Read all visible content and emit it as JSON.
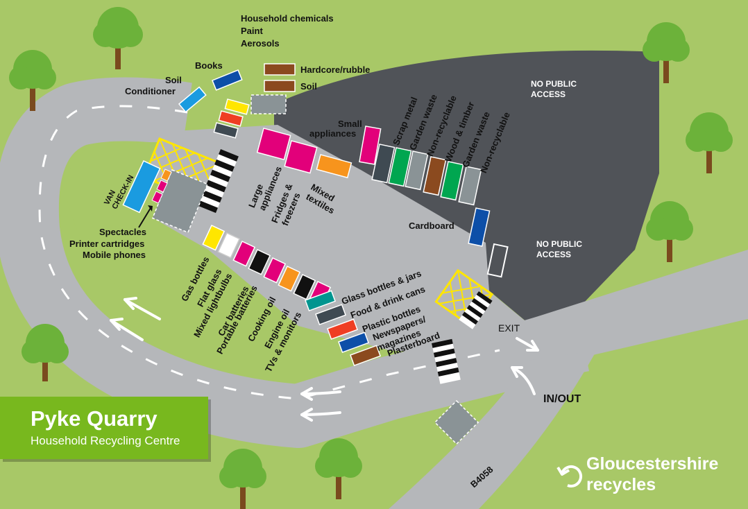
{
  "title": {
    "name": "Pyke Quarry",
    "subtitle": "Household Recycling Centre"
  },
  "brand": {
    "line1": "Gloucestershire",
    "line2": "recycles",
    "icon": "recycle-icon"
  },
  "road_name": "B4058",
  "directions": {
    "exit": "EXIT",
    "in_out": "IN/OUT"
  },
  "no_access": {
    "top": "NO PUBLIC\nACCESS",
    "bottom": "NO PUBLIC\nACCESS"
  },
  "van_checkin": "VAN\nCHECK-IN",
  "labels": {
    "household_chemicals": "Household chemicals",
    "paint": "Paint",
    "aerosols": "Aerosols",
    "books": "Books",
    "soil_conditioner_1": "Soil",
    "soil_conditioner_2": "Conditioner",
    "hardcore": "Hardcore/rubble",
    "soil": "Soil",
    "small_appliances_1": "Small",
    "small_appliances_2": "appliances",
    "scrap_metal": "Scrap metal",
    "garden_waste_1": "Garden waste",
    "non_recyclable_1": "Non-recyclable",
    "wood_timber": "Wood & timber",
    "garden_waste_2": "Garden waste",
    "non_recyclable_2": "Non-recyclable",
    "large_appliances_1": "Large",
    "large_appliances_2": "appliances",
    "fridges_1": "Fridges &",
    "fridges_2": "freezers",
    "mixed_textiles_1": "Mixed",
    "mixed_textiles_2": "textiles",
    "cardboard": "Cardboard",
    "spectacles": "Spectacles",
    "printer_cartridges": "Printer cartridges",
    "mobile_phones": "Mobile phones",
    "gas_bottles": "Gas bottles",
    "flat_glass": "Flat glass",
    "mixed_lightbulbs": "Mixed lightbulbs",
    "car_batteries": "Car batteries",
    "portable_batteries": "Portable batteries",
    "cooking_oil": "Cooking oil",
    "engine_oil": "Engine oil",
    "tvs_monitors": "TVs & monitors",
    "glass_bottles": "Glass bottles & jars",
    "food_drink_cans": "Food & drink cans",
    "plastic_bottles": "Plastic bottles",
    "newspapers_1": "Newspapers/",
    "newspapers_2": "magazines",
    "plasterboard": "Plasterboard"
  },
  "colors": {
    "grass": "#a8c867",
    "road": "#b5b7ba",
    "restricted": "#505358",
    "title_green": "#78b81e",
    "pink": "#e2007a",
    "blue": "#0d4fa8",
    "light_blue": "#1a9be0",
    "yellow": "#ffe600",
    "orange": "#f7941d",
    "brown": "#8b4a1f",
    "green": "#00a650",
    "grey": "#8a9396",
    "dark_grey": "#3f4a52",
    "teal": "#00958f",
    "red": "#ef3e23",
    "black": "#111111",
    "white": "#ffffff"
  }
}
